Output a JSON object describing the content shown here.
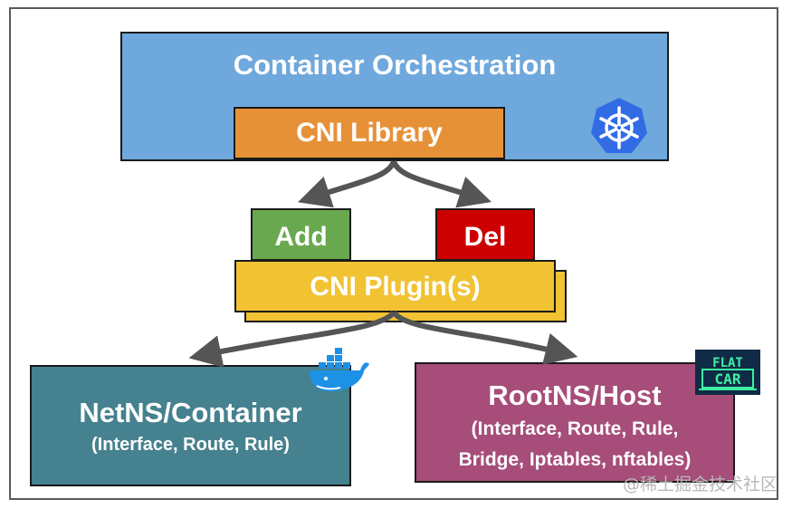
{
  "diagram": {
    "title": "CNI architecture",
    "nodes": {
      "orchestration": {
        "label": "Container Orchestration",
        "color": "#6fa8dc"
      },
      "library": {
        "label": "CNI Library",
        "color": "#e69138"
      },
      "add": {
        "label": "Add",
        "color": "#6aa84f"
      },
      "del": {
        "label": "Del",
        "color": "#cc0000"
      },
      "plugins": {
        "label": "CNI Plugin(s)",
        "color": "#f1c232"
      },
      "netns": {
        "label": "NetNS/Container",
        "sublabel": "(Interface, Route, Rule)",
        "color": "#45818e"
      },
      "rootns": {
        "label": "RootNS/Host",
        "sublabel_line1": "(Interface, Route, Rule,",
        "sublabel_line2": "Bridge, Iptables, nftables)",
        "color": "#a64d79"
      }
    },
    "edges": [
      {
        "from": "library",
        "to": "add"
      },
      {
        "from": "library",
        "to": "del"
      },
      {
        "from": "plugins",
        "to": "netns"
      },
      {
        "from": "plugins",
        "to": "rootns"
      }
    ],
    "icons": {
      "kubernetes": "kubernetes-logo",
      "docker": "docker-logo",
      "flatcar": {
        "name": "flatcar-logo",
        "line1": "FLAT",
        "line2": "CAR"
      }
    },
    "arrow_color": "#555555",
    "watermark": "@稀土掘金技术社区"
  }
}
